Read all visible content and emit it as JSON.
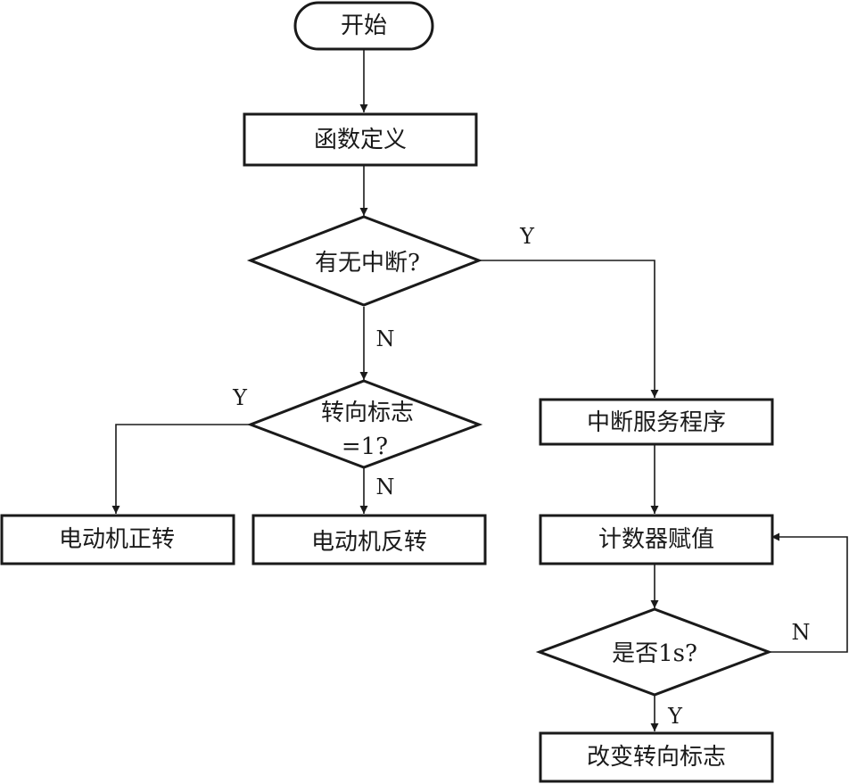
{
  "nodes": {
    "start": "开始",
    "func_def": "函数定义",
    "interrupt_check": "有无中断?",
    "dir_flag_check_line1": "转向标志",
    "dir_flag_check_line2": "=1?",
    "motor_forward": "电动机正转",
    "motor_reverse": "电动机反转",
    "isr": "中断服务程序",
    "counter_assign": "计数器赋值",
    "one_second_check": "是否1s?",
    "change_dir_flag": "改变转向标志"
  },
  "edge_labels": {
    "interrupt_yes": "Y",
    "interrupt_no": "N",
    "dir_flag_yes": "Y",
    "dir_flag_no": "N",
    "one_second_no": "N",
    "one_second_yes": "Y"
  }
}
